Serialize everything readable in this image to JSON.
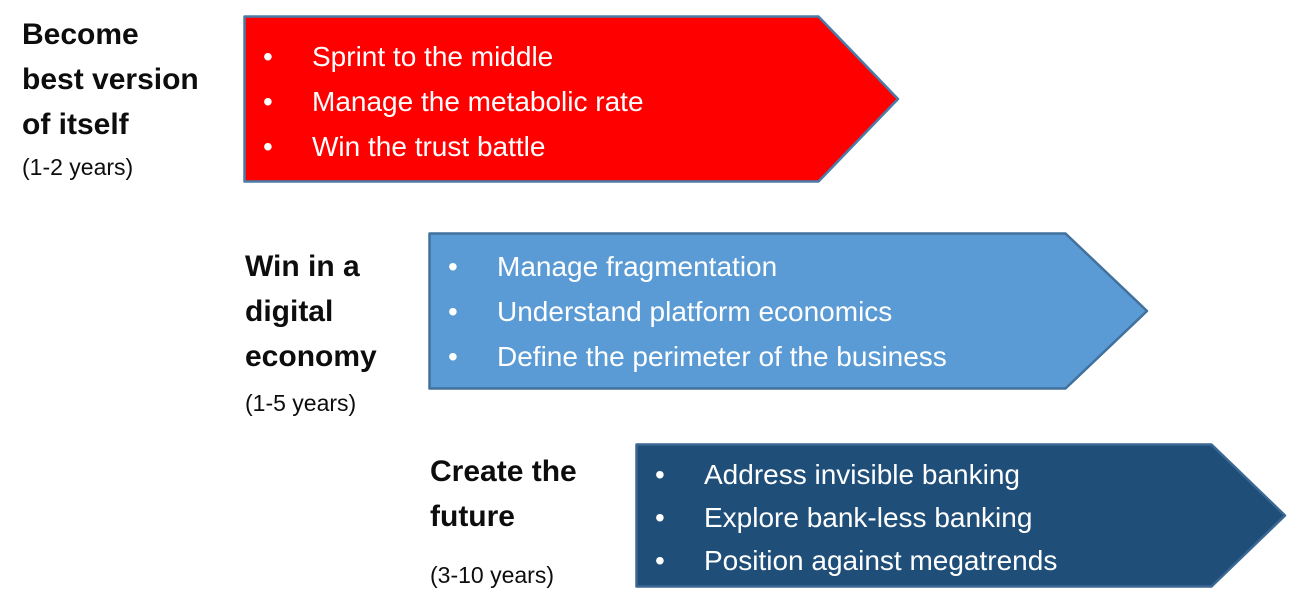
{
  "stages": [
    {
      "label": "Become\nbest version\nof itself",
      "timeframe": "(1-2 years)",
      "bullets": [
        "Sprint to the middle",
        "Manage the metabolic rate",
        "Win the trust battle"
      ],
      "fill": "#FF0000",
      "border": "#4A7CA8",
      "text_color": "#FFFFFF"
    },
    {
      "label": "Win in a\ndigital\neconomy",
      "timeframe": "(1-5 years)",
      "bullets": [
        "Manage fragmentation",
        "Understand platform economics",
        "Define the perimeter of the business"
      ],
      "fill": "#5B9BD5",
      "border": "#41719C",
      "text_color": "#FFFFFF"
    },
    {
      "label": "Create the\nfuture",
      "timeframe": "(3-10 years)",
      "bullets": [
        "Address invisible banking",
        "Explore bank-less banking",
        "Position against megatrends"
      ],
      "fill": "#1F4E79",
      "border": "#3B6793",
      "text_color": "#FFFFFF"
    }
  ],
  "bullet_glyph": "•",
  "label_color": "#0D0D0D",
  "background_color": "#FFFFFF"
}
